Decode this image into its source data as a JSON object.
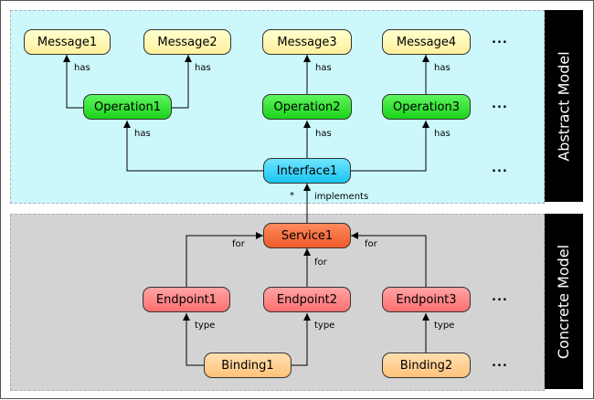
{
  "regions": {
    "abstract_label": "Abstract Model",
    "concrete_label": "Concrete Model"
  },
  "nodes": {
    "message1": "Message1",
    "message2": "Message2",
    "message3": "Message3",
    "message4": "Message4",
    "operation1": "Operation1",
    "operation2": "Operation2",
    "operation3": "Operation3",
    "interface1": "Interface1",
    "service1": "Service1",
    "endpoint1": "Endpoint1",
    "endpoint2": "Endpoint2",
    "endpoint3": "Endpoint3",
    "binding1": "Binding1",
    "binding2": "Binding2"
  },
  "edge_labels": {
    "has": "has",
    "implements": "implements",
    "multiplicity": "*",
    "for": "for",
    "type": "type"
  },
  "ellipsis": "...",
  "colors": {
    "abstract_bg": "#ccf8fc",
    "concrete_bg": "#d3d3d3",
    "message": "#fff4a8",
    "operation": "#22dd22",
    "interface": "#22ccf5",
    "service": "#f06030",
    "endpoint": "#ff7f7f",
    "binding": "#ffcc88"
  }
}
